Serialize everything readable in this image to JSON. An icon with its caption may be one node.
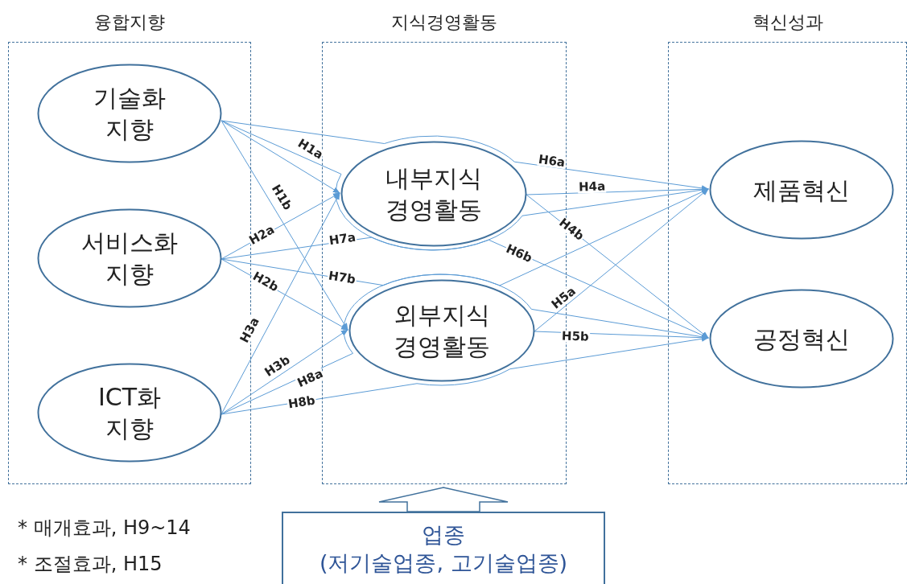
{
  "diagram": {
    "nodes": [
      {
        "text": [
          "융합지향"
        ]
      },
      {
        "text": [
          "지식경영활동"
        ]
      },
      {
        "text": [
          "혁신성과"
        ]
      },
      {
        "text": [
          "기술화 지향"
        ],
        "in": 0
      },
      {
        "text": [
          "서비스화 지향"
        ],
        "in": 0
      },
      {
        "text": [
          "ICT화 지향"
        ],
        "in": 0
      },
      {
        "text": [
          "내부지식 경영활동"
        ],
        "in": 1
      },
      {
        "text": [
          "외부지식 경영활동"
        ],
        "in": 1
      },
      {
        "text": [
          "제품혁신"
        ],
        "in": 2
      },
      {
        "text": [
          "공정혁신"
        ],
        "in": 2
      },
      {
        "text": [
          "업종",
          "(저기술업종, 고기술업종)"
        ]
      }
    ],
    "edges": [
      {
        "from": 3,
        "to": 6,
        "arrow": "to",
        "label": "H1a"
      },
      {
        "from": 3,
        "to": 7,
        "arrow": "to",
        "label": "H1b"
      },
      {
        "from": 4,
        "to": 6,
        "arrow": "to",
        "label": "H2a"
      },
      {
        "from": 4,
        "to": 7,
        "arrow": "to",
        "label": "H2b"
      },
      {
        "from": 5,
        "to": 6,
        "arrow": "to",
        "label": "H3a"
      },
      {
        "from": 5,
        "to": 7,
        "arrow": "to",
        "label": "H3b"
      },
      {
        "from": 6,
        "to": 8,
        "arrow": "to",
        "label": "H4a"
      },
      {
        "from": 6,
        "to": 9,
        "arrow": "to",
        "label": "H4b"
      },
      {
        "from": 7,
        "to": 8,
        "arrow": "to",
        "label": "H5a"
      },
      {
        "from": 7,
        "to": 9,
        "arrow": "to",
        "label": "H5b"
      },
      {
        "from": 3,
        "to": 8,
        "arrow": "to",
        "label": "H6a"
      },
      {
        "from": 3,
        "to": 9,
        "arrow": "to",
        "label": "H6b"
      },
      {
        "from": 4,
        "to": 8,
        "arrow": "to",
        "label": "H7a"
      },
      {
        "from": 4,
        "to": 9,
        "arrow": "to",
        "label": "H7b"
      },
      {
        "from": 5,
        "to": 8,
        "arrow": "to",
        "label": "H8a"
      },
      {
        "from": 5,
        "to": 9,
        "arrow": "to",
        "label": "H8b"
      },
      {
        "from": 10,
        "to": 1,
        "arrow": "to"
      }
    ],
    "labels": [
      "* 매개효과, H9~14",
      "* 조절효과, H15"
    ]
  }
}
